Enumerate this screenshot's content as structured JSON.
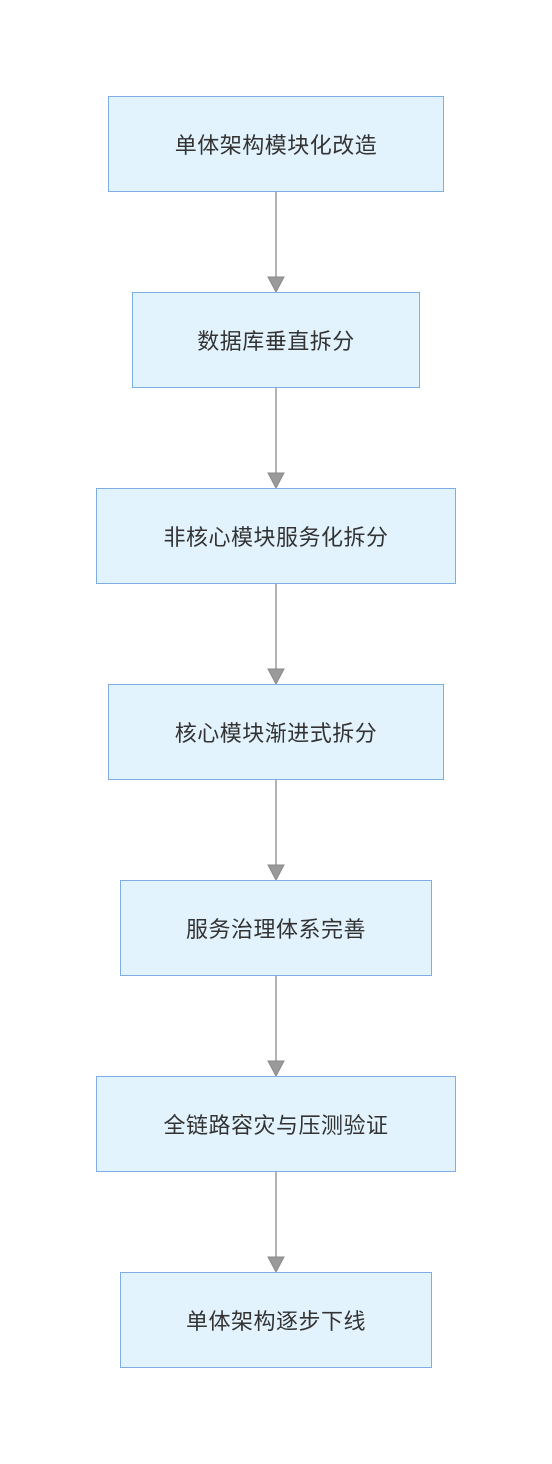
{
  "flowchart": {
    "steps": [
      "单体架构模块化改造",
      "数据库垂直拆分",
      "非核心模块服务化拆分",
      "核心模块渐进式拆分",
      "服务治理体系完善",
      "全链路容灾与压测验证",
      "单体架构逐步下线"
    ]
  },
  "colors": {
    "node_fill": "#e3f3fd",
    "node_border": "#7eaee6",
    "arrow": "#9a9a9a",
    "text": "#333333"
  }
}
